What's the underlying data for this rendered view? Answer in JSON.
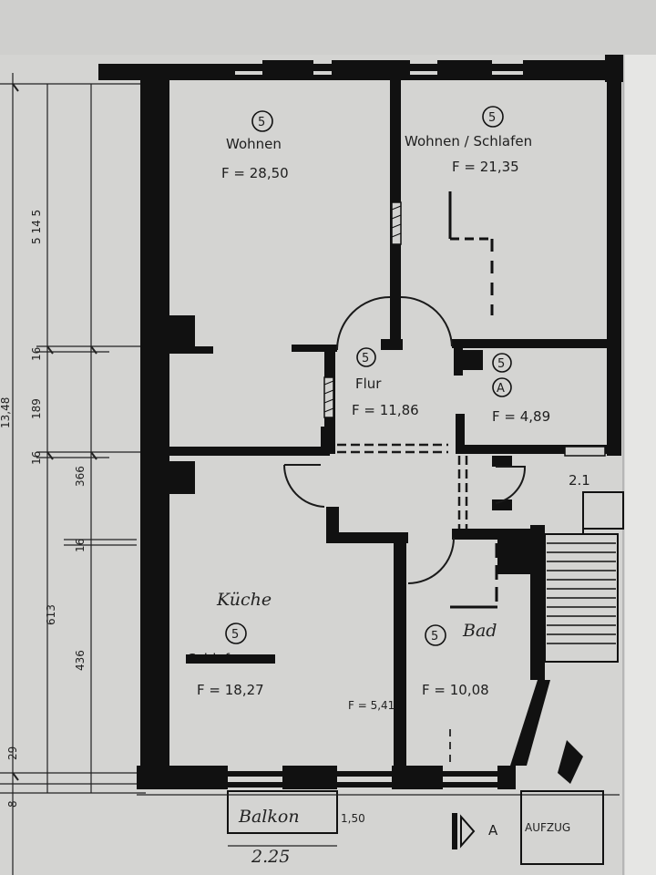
{
  "rooms": {
    "wohnen": {
      "number": "5",
      "name": "Wohnen",
      "area": "F = 28,50"
    },
    "wohnen_schlafen": {
      "number": "5",
      "name": "Wohnen / Schlafen",
      "area": "F = 21,35"
    },
    "flur": {
      "number": "5",
      "name": "Flur",
      "area": "F = 11,86"
    },
    "abstellraum": {
      "number": "5",
      "sub": "A",
      "area": "F = 4,89"
    },
    "kueche": {
      "number": "5",
      "name": "Küche",
      "area": "F = 18,27",
      "struck": "Schlafen"
    },
    "bad": {
      "number": "5",
      "name": "Bad",
      "area": "F = 10,08"
    },
    "nische": {
      "area": "F = 5,41"
    }
  },
  "stair": {
    "label": "2.1"
  },
  "balcony": {
    "label": "Balkon",
    "depth": "1,50",
    "width": "2.25"
  },
  "section": {
    "label": "A"
  },
  "elevator": {
    "label": "AUFZUG"
  },
  "dimensions": {
    "total": "13,48",
    "upper": "5 14 5",
    "lower": "613",
    "d16a": "16",
    "d189": "189",
    "d16b": "16",
    "d366": "366",
    "d16c": "16",
    "d436": "436",
    "d29": "29",
    "d8": "8"
  },
  "colors": {
    "paper": "#d2d2d0",
    "ink": "#111111"
  }
}
